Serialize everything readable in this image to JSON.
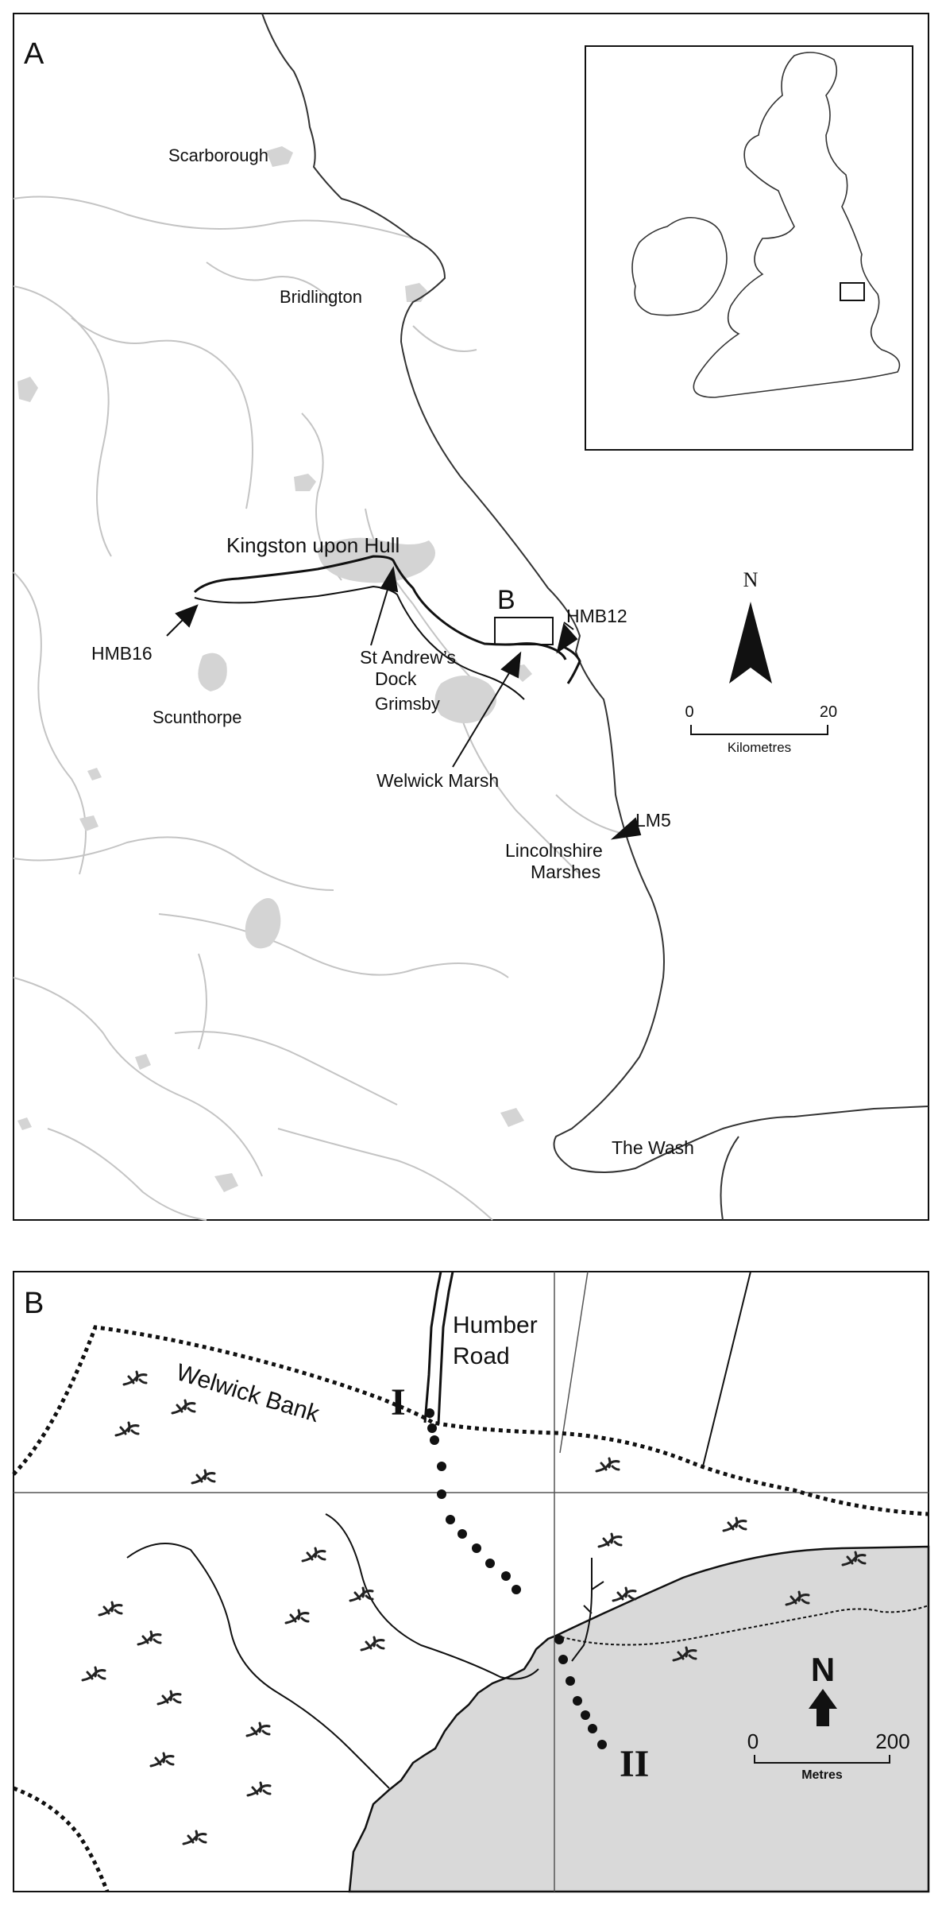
{
  "panel_a": {
    "letter": "A",
    "places": {
      "scarborough": "Scarborough",
      "bridlington": "Bridlington",
      "hull": "Kingston upon Hull",
      "hmb16": "HMB16",
      "st_andrews_1": "St Andrew’s",
      "st_andrews_2": "Dock",
      "scunthorpe": "Scunthorpe",
      "grimsby": "Grimsby",
      "b_box": "B",
      "hmb12": "HMB12",
      "welwick": "Welwick Marsh",
      "lm5": "LM5",
      "lincs_1": "Lincolnshire",
      "lincs_2": "Marshes",
      "wash": "The Wash"
    },
    "north": "N",
    "scale": {
      "start": "0",
      "end": "20",
      "unit": "Kilometres"
    }
  },
  "panel_b": {
    "letter": "B",
    "labels": {
      "humber_1": "Humber",
      "humber_2": "Road",
      "bank": "Welwick Bank",
      "transect_1": "I",
      "transect_2": "II"
    },
    "north": "N",
    "scale": {
      "start": "0",
      "end": "200",
      "unit": "Metres"
    }
  },
  "colors": {
    "urban": "#d4d4d4",
    "mudflat": "#d9d9d9",
    "line": "#111111",
    "river": "#b8b8b8"
  }
}
